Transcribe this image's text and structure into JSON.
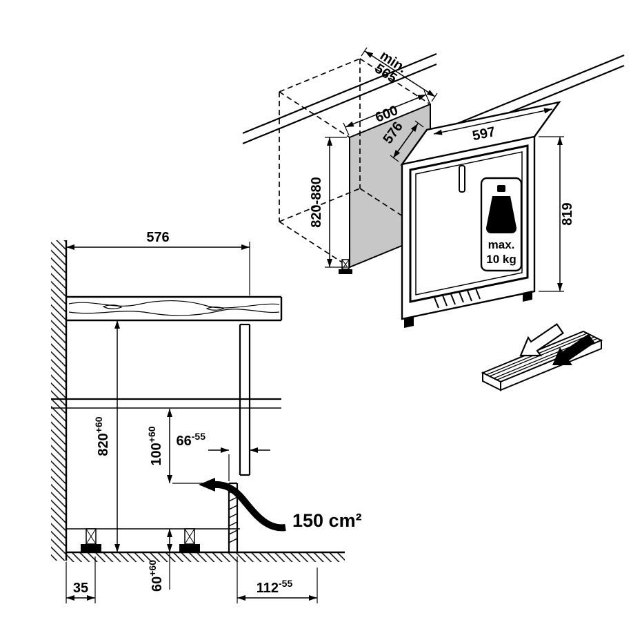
{
  "iso": {
    "niche_depth": {
      "prefix": "min.",
      "value": "565"
    },
    "niche_width": "600",
    "niche_height": "820-880",
    "appliance_width": "597",
    "appliance_depth": "576",
    "appliance_height": "819",
    "door_load_line1": "max.",
    "door_load_line2": "10 kg"
  },
  "section": {
    "worktop_depth": "576",
    "niche_height": {
      "value": "820",
      "tolerance": "+60"
    },
    "vent_clearance": {
      "value": "100",
      "tolerance": "+60"
    },
    "door_gap": {
      "value": "66",
      "tolerance": "-55"
    },
    "rear_gap": "35",
    "plinth_height": {
      "value": "60",
      "tolerance": "+60"
    },
    "plinth_recess": {
      "value": "112",
      "tolerance": "-55"
    },
    "vent_area": "150 cm²"
  }
}
